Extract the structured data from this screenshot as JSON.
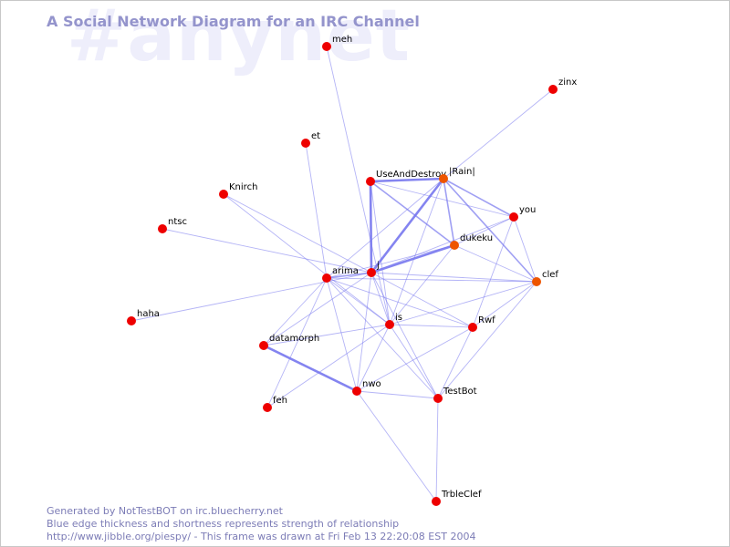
{
  "watermark": "#anynet",
  "title": "A Social Network Diagram for an IRC Channel",
  "footer": {
    "line1": "Generated by NotTestBOT on irc.bluecherry.net",
    "line2": "Blue edge thickness and shortness represents strength of relationship",
    "line3": "http://www.jibble.org/piespy/ - This frame was drawn at Fri Feb 13 22:20:08 EST 2004"
  },
  "colors": {
    "node": "#ee0000",
    "node_active": "#ee5500",
    "edge": "#7777ee",
    "title": "#9494cc",
    "watermark": "#eeeefb"
  },
  "nodes": [
    {
      "id": "meh",
      "label": "meh",
      "color": "node"
    },
    {
      "id": "zinx",
      "label": "zinx",
      "color": "node"
    },
    {
      "id": "et",
      "label": "et",
      "color": "node"
    },
    {
      "id": "UseAndDestroy",
      "label": "UseAndDestroy",
      "color": "node"
    },
    {
      "id": "Rain",
      "label": "|Rain|",
      "color": "node_active"
    },
    {
      "id": "Knirch",
      "label": "Knirch",
      "color": "node"
    },
    {
      "id": "you",
      "label": "you",
      "color": "node"
    },
    {
      "id": "ntsc",
      "label": "ntsc",
      "color": "node"
    },
    {
      "id": "dukeku",
      "label": "dukeku",
      "color": "node_active"
    },
    {
      "id": "arima",
      "label": "arima",
      "color": "node"
    },
    {
      "id": "j",
      "label": "j",
      "color": "node"
    },
    {
      "id": "clef",
      "label": "clef",
      "color": "node_active"
    },
    {
      "id": "haha",
      "label": "haha",
      "color": "node"
    },
    {
      "id": "is",
      "label": "is",
      "color": "node"
    },
    {
      "id": "Rwf",
      "label": "Rwf",
      "color": "node"
    },
    {
      "id": "datamorph",
      "label": "datamorph",
      "color": "node"
    },
    {
      "id": "nwo",
      "label": "nwo",
      "color": "node"
    },
    {
      "id": "TestBot",
      "label": "TestBot",
      "color": "node"
    },
    {
      "id": "feh",
      "label": "feh",
      "color": "node"
    },
    {
      "id": "TrbleClef",
      "label": "TrbleClef",
      "color": "node"
    }
  ],
  "edges": [
    {
      "source": "meh",
      "target": "is",
      "strength": 1
    },
    {
      "source": "zinx",
      "target": "Rain",
      "strength": 1
    },
    {
      "source": "et",
      "target": "arima",
      "strength": 1
    },
    {
      "source": "Knirch",
      "target": "j",
      "strength": 1
    },
    {
      "source": "ntsc",
      "target": "j",
      "strength": 1
    },
    {
      "source": "haha",
      "target": "j",
      "strength": 1
    },
    {
      "source": "UseAndDestroy",
      "target": "Rain",
      "strength": 3
    },
    {
      "source": "UseAndDestroy",
      "target": "j",
      "strength": 3
    },
    {
      "source": "UseAndDestroy",
      "target": "dukeku",
      "strength": 2
    },
    {
      "source": "UseAndDestroy",
      "target": "you",
      "strength": 1
    },
    {
      "source": "UseAndDestroy",
      "target": "is",
      "strength": 1
    },
    {
      "source": "Rain",
      "target": "j",
      "strength": 3
    },
    {
      "source": "Rain",
      "target": "dukeku",
      "strength": 2
    },
    {
      "source": "Rain",
      "target": "you",
      "strength": 2
    },
    {
      "source": "Rain",
      "target": "clef",
      "strength": 2
    },
    {
      "source": "Rain",
      "target": "arima",
      "strength": 1
    },
    {
      "source": "Rain",
      "target": "is",
      "strength": 1
    },
    {
      "source": "you",
      "target": "j",
      "strength": 1
    },
    {
      "source": "you",
      "target": "dukeku",
      "strength": 1
    },
    {
      "source": "you",
      "target": "clef",
      "strength": 1
    },
    {
      "source": "you",
      "target": "Rwf",
      "strength": 1
    },
    {
      "source": "dukeku",
      "target": "j",
      "strength": 3
    },
    {
      "source": "dukeku",
      "target": "clef",
      "strength": 1
    },
    {
      "source": "dukeku",
      "target": "arima",
      "strength": 1
    },
    {
      "source": "dukeku",
      "target": "is",
      "strength": 1
    },
    {
      "source": "arima",
      "target": "j",
      "strength": 2
    },
    {
      "source": "arima",
      "target": "is",
      "strength": 1
    },
    {
      "source": "arima",
      "target": "Rwf",
      "strength": 1
    },
    {
      "source": "arima",
      "target": "datamorph",
      "strength": 1
    },
    {
      "source": "arima",
      "target": "nwo",
      "strength": 1
    },
    {
      "source": "arima",
      "target": "TestBot",
      "strength": 1
    },
    {
      "source": "arima",
      "target": "feh",
      "strength": 1
    },
    {
      "source": "arima",
      "target": "clef",
      "strength": 1
    },
    {
      "source": "j",
      "target": "clef",
      "strength": 1
    },
    {
      "source": "j",
      "target": "is",
      "strength": 1
    },
    {
      "source": "j",
      "target": "Rwf",
      "strength": 1
    },
    {
      "source": "j",
      "target": "datamorph",
      "strength": 1
    },
    {
      "source": "j",
      "target": "nwo",
      "strength": 1
    },
    {
      "source": "j",
      "target": "TestBot",
      "strength": 1
    },
    {
      "source": "is",
      "target": "clef",
      "strength": 1
    },
    {
      "source": "is",
      "target": "Rwf",
      "strength": 1
    },
    {
      "source": "is",
      "target": "datamorph",
      "strength": 1
    },
    {
      "source": "is",
      "target": "nwo",
      "strength": 1
    },
    {
      "source": "is",
      "target": "feh",
      "strength": 1
    },
    {
      "source": "is",
      "target": "TestBot",
      "strength": 1
    },
    {
      "source": "Rwf",
      "target": "clef",
      "strength": 1
    },
    {
      "source": "Rwf",
      "target": "nwo",
      "strength": 1
    },
    {
      "source": "Rwf",
      "target": "TestBot",
      "strength": 1
    },
    {
      "source": "datamorph",
      "target": "nwo",
      "strength": 3
    },
    {
      "source": "nwo",
      "target": "TestBot",
      "strength": 1
    },
    {
      "source": "nwo",
      "target": "TrbleClef",
      "strength": 1
    },
    {
      "source": "TestBot",
      "target": "TrbleClef",
      "strength": 1
    },
    {
      "source": "clef",
      "target": "TestBot",
      "strength": 1
    },
    {
      "source": "Knirch",
      "target": "is",
      "strength": 1
    }
  ]
}
